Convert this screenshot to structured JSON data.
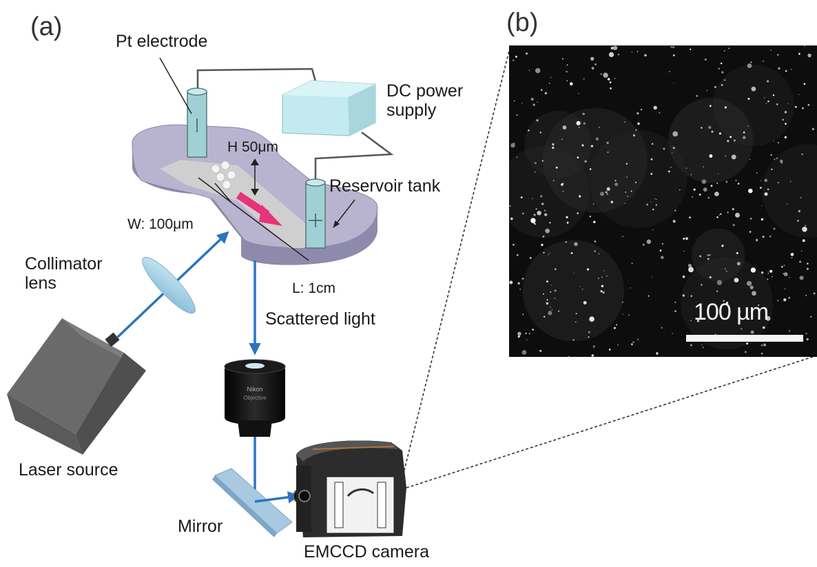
{
  "panels": {
    "a": "(a)",
    "b": "(b)"
  },
  "labels": {
    "pt_electrode": "Pt electrode",
    "dc_power_supply": "DC power\nsupply",
    "height": "H 50μm",
    "reservoir_tank": "Reservoir tank",
    "width": "W: 100μm",
    "collimator_lens": "Collimator\nlens",
    "length": "L: 1cm",
    "scattered_light": "Scattered light",
    "laser_source": "Laser source",
    "mirror": "Mirror",
    "emccd_camera": "EMCCD camera"
  },
  "micrograph": {
    "scale_bar_label": "100 µm"
  },
  "colors": {
    "beam": "#2a74c0",
    "chip": "#a9a6c4",
    "chip_top": "#b8b4d0",
    "channel": "#cfcfcf",
    "power_supply": "#c3eaf0",
    "flow_arrow": "#e6337a",
    "laser_body": "#6b6b6b",
    "objective": "#1a1a1a"
  }
}
